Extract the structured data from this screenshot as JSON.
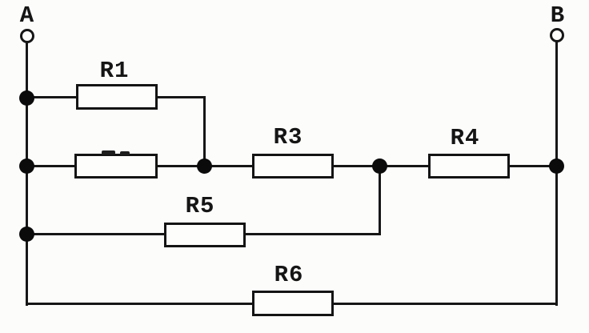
{
  "diagram": {
    "kind": "resistor-network-circuit",
    "background_color": "#fcfcfb",
    "ink_color": "#161616",
    "terminal_a": {
      "label": "A"
    },
    "terminal_b": {
      "label": "B"
    },
    "resistor_labels": {
      "r1": "R1",
      "r2": "",
      "r3": "R3",
      "r4": "R4",
      "r5": "R5",
      "r6": "R6"
    },
    "junction_dot_count": 6,
    "structure_note": "Terminals A (top-left) and B (top-right); R1 branch and second-resistor branch joined between node after them and node A; series R3 then R4 to node B; R5 branch from A-column to node between R3 and R4; R6 branch along bottom from A-column to B-column"
  }
}
